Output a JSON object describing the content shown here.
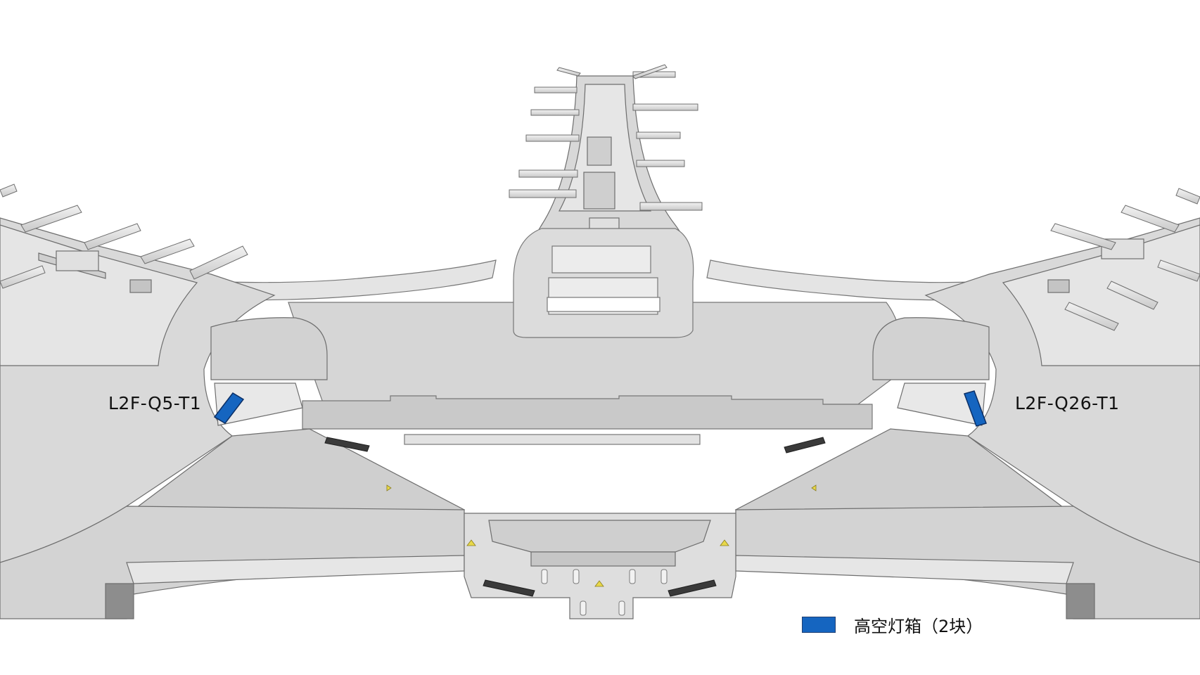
{
  "labels": {
    "left_lightbox": "L2F-Q5-T1",
    "right_lightbox": "L2F-Q26-T1"
  },
  "legend": {
    "text": "高空灯箱（2块）",
    "swatch_color": "#1565c0"
  },
  "colors": {
    "lightbox": "#1565c0",
    "floor": "#d9d9d9",
    "floor_edge": "#7a7a7a",
    "wall": "#ececec",
    "escalator": "#3a3a3a",
    "direction_arrow": "#e8d84a"
  }
}
